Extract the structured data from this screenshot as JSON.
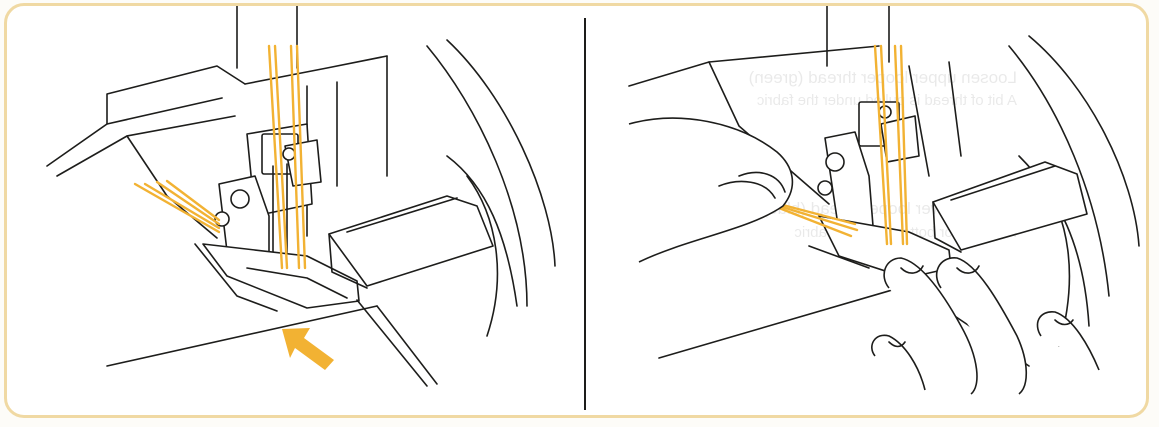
{
  "illustration": {
    "frame_color": "#f0d9a3",
    "thread_color": "#f2b233",
    "arrow_color": "#f2b233",
    "line_color": "#1d1d1b",
    "left_panel": {
      "subject": "presser foot with threads and feed direction",
      "arrow_icon": "arrow-up-left-icon"
    },
    "right_panel": {
      "subject": "hand holding threads behind presser foot",
      "hand_icon": "hand-icon"
    }
  },
  "bleed_through": {
    "line1": "Loosen upper looper thread (green)",
    "line2": "A bit of thread is pulled under the fabric",
    "line3": "Tighten lower looper thread (blue)",
    "line4": "No fabric or bottom edge of fabric"
  }
}
